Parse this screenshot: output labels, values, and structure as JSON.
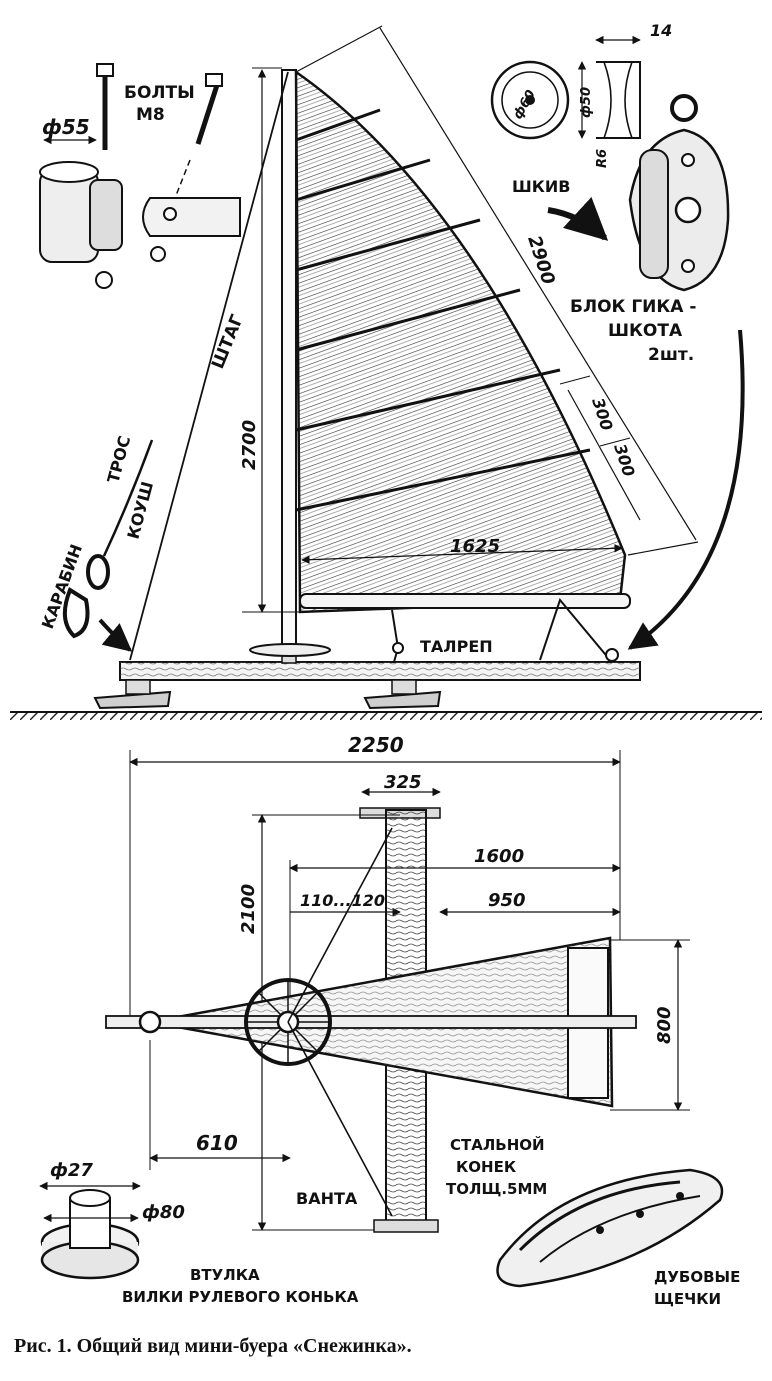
{
  "caption": "Рис. 1. Общий вид мини-буера «Снежинка».",
  "side_view": {
    "dims": {
      "mast_height": "2700",
      "sail_leech": "2900",
      "boom_length": "1625",
      "batten_gap_1": "300",
      "batten_gap_2": "300"
    },
    "labels": {
      "bolts": "БОЛТЫ\nМ8",
      "stay": "ШТАГ",
      "cable": "ТРОС",
      "thimble": "КОУШ",
      "carabiner": "КАРАБИН",
      "turnbuckle": "ТАЛРЕП",
      "sheave": "ШКИВ",
      "boom_block": "БЛОК ГИКА -\nШКОТА\n2шт."
    },
    "detail_dims": {
      "clamp_diameter": "ф55",
      "sheave_d1": "ф60",
      "sheave_d2": "ф50",
      "sheave_width": "14",
      "sheave_r": "R6"
    }
  },
  "top_view": {
    "dims": {
      "overall_length": "2250",
      "runner_plank": "325",
      "mast_to_stern": "1600",
      "width_2100": "2100",
      "wheel_offset": "110...120",
      "seat_length": "950",
      "stern_width": "800",
      "bow_to_mast": "610"
    },
    "labels": {
      "shroud": "ВАНТА",
      "steel_skate": "СТАЛЬНОЙ\nКОНЕК\nТОЛЩ.5ММ",
      "oak_cheeks": "ДУБОВЫЕ\nЩЕЧКИ",
      "bushing": "ВТУЛКА\nВИЛКИ РУЛЕВОГО КОНЬКА"
    },
    "detail_dims": {
      "bushing_d1": "ф27",
      "bushing_d2": "ф80"
    }
  }
}
